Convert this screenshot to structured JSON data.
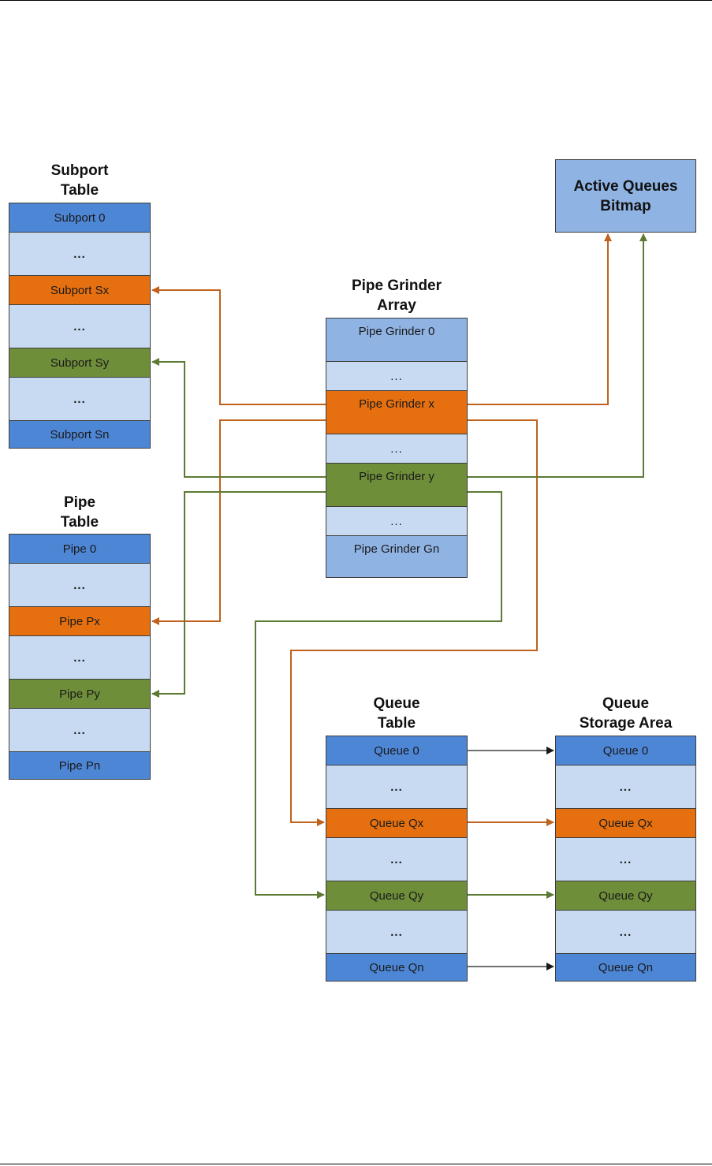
{
  "colors": {
    "dark_blue": "#4e86d6",
    "light_blue": "#c7daf2",
    "grinder_blue": "#8fb3e3",
    "orange": "#e6700f",
    "green": "#6f8e3a",
    "arrow_orange": "#c0621e",
    "arrow_green": "#5d7a34",
    "arrow_black": "#1a1a1a"
  },
  "subport_table": {
    "title_line1": "Subport",
    "title_line2": "Table",
    "rows": [
      "Subport 0",
      "...",
      "Subport Sx",
      "...",
      "Subport Sy",
      "...",
      "Subport Sn"
    ]
  },
  "pipe_table": {
    "title_line1": "Pipe",
    "title_line2": "Table",
    "rows": [
      "Pipe 0",
      "...",
      "Pipe Px",
      "...",
      "Pipe Py",
      "...",
      "Pipe Pn"
    ]
  },
  "pipe_grinder_array": {
    "title_line1": "Pipe Grinder",
    "title_line2": "Array",
    "rows": [
      "Pipe Grinder 0",
      "...",
      "Pipe Grinder x",
      "...",
      "Pipe Grinder y",
      "...",
      "Pipe Grinder Gn"
    ]
  },
  "active_queues_bitmap": {
    "line1": "Active Queues",
    "line2": "Bitmap"
  },
  "queue_table": {
    "title_line1": "Queue",
    "title_line2": "Table",
    "rows": [
      "Queue 0",
      "...",
      "Queue Qx",
      "...",
      "Queue Qy",
      "...",
      "Queue Qn"
    ]
  },
  "queue_storage_area": {
    "title_line1": "Queue",
    "title_line2": "Storage Area",
    "rows": [
      "Queue 0",
      "...",
      "Queue Qx",
      "...",
      "Queue Qy",
      "...",
      "Queue Qn"
    ]
  }
}
